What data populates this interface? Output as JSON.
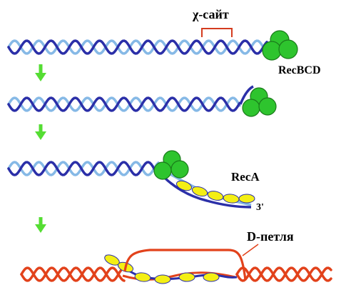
{
  "labels": {
    "chi_site": "χ-сайт",
    "recbcd": "RecBCD",
    "reca": "RecA",
    "three_prime": "3'",
    "d_loop": "D-петля"
  },
  "colors": {
    "dark_strand": "#2b2fa8",
    "light_strand": "#86b9e6",
    "chi_bracket": "#d43c1f",
    "enzyme_green": "#2ec42e",
    "enzyme_outline": "#1a7a1a",
    "reca_yellow": "#f4ef14",
    "reca_outline": "#2b2fa8",
    "arrow_green": "#55dd33",
    "target_dna_red": "#e2421b",
    "text": "#000000"
  },
  "steps": [
    {
      "id": "step-1",
      "description_visible": false
    },
    {
      "id": "step-2",
      "description_visible": false
    },
    {
      "id": "step-3",
      "description_visible": false
    },
    {
      "id": "step-4",
      "description_visible": false
    }
  ]
}
